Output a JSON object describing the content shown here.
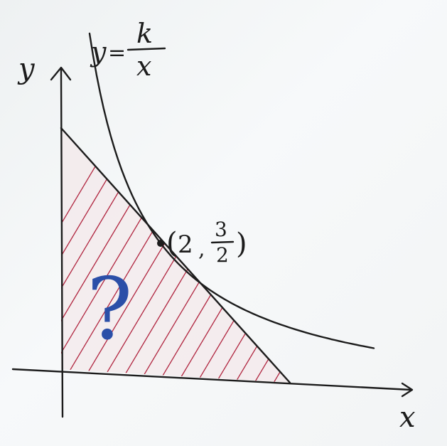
{
  "axes": {
    "x_label": "x",
    "y_label": "y"
  },
  "curve": {
    "lhs": "y",
    "equals": "=",
    "numerator": "k",
    "denominator": "x"
  },
  "point": {
    "open": "(",
    "x": "2",
    "comma": ",",
    "y_num": "3",
    "y_den": "2",
    "close": ")"
  },
  "region": {
    "unknown": "?"
  },
  "colors": {
    "ink": "#1c1c1c",
    "hatch": "#b0253f",
    "question_mark": "#2b4fa8"
  }
}
